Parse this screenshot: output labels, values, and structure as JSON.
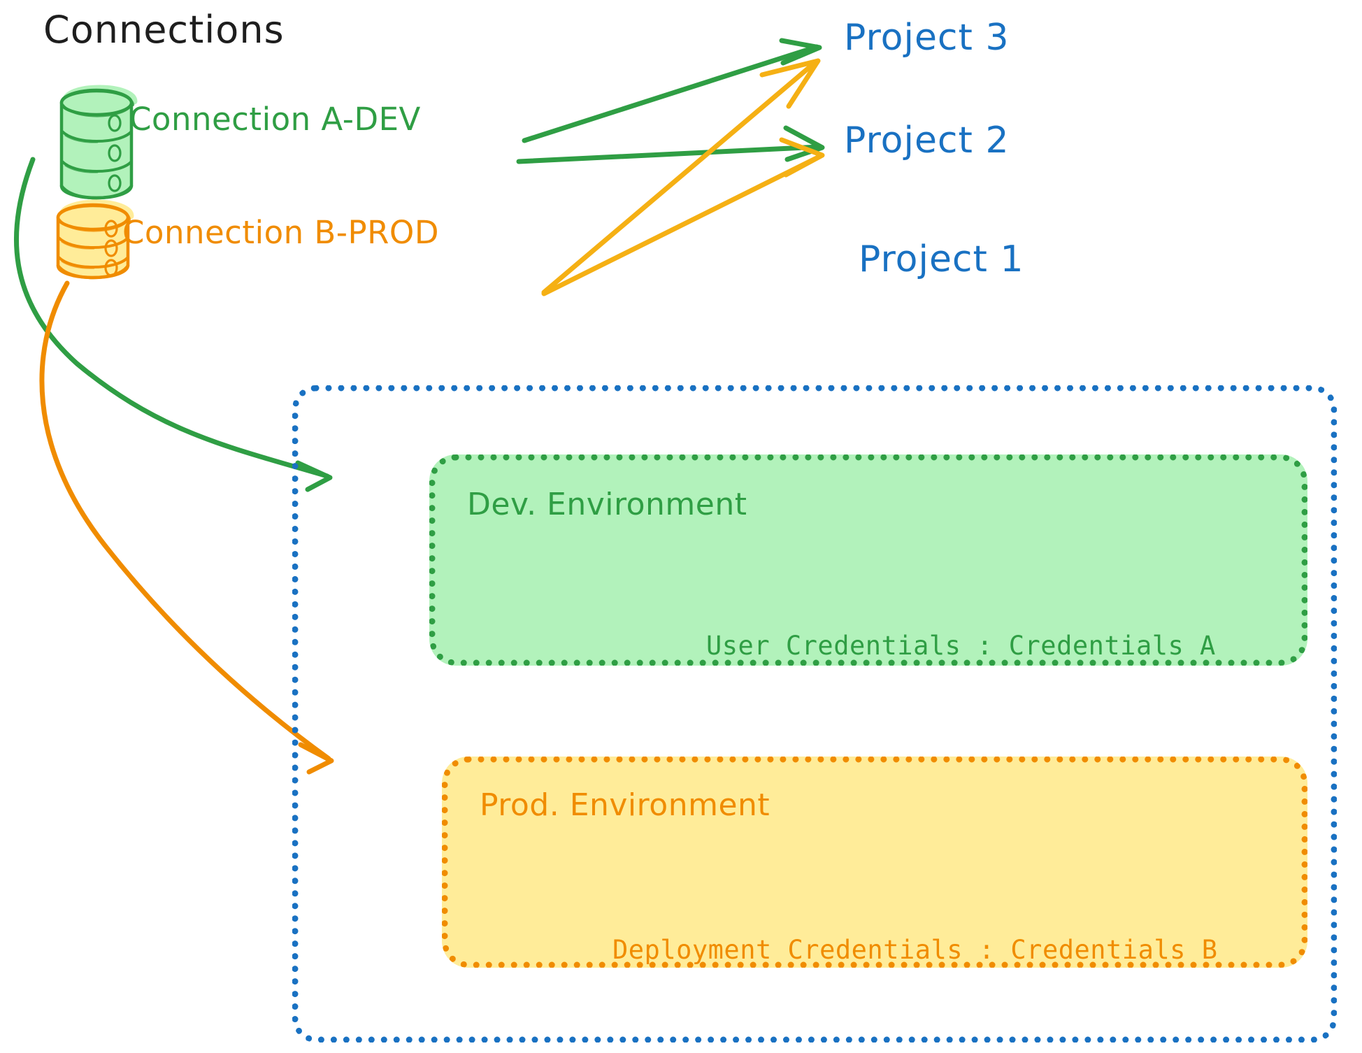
{
  "diagram": {
    "title": "Connections",
    "background_color": "#ffffff",
    "colors": {
      "green_stroke": "#2f9e44",
      "green_fill": "#b2f2bb",
      "orange_stroke": "#f08c00",
      "orange_fill": "#ffec99",
      "blue_stroke": "#1971c2",
      "title_color": "#1e1e1e"
    }
  },
  "connections": [
    {
      "id": "connection-a-dev",
      "label": "Connection A-DEV",
      "icon": "database-cylinder-icon",
      "color": "#2f9e44"
    },
    {
      "id": "connection-b-prod",
      "label": "Connection B-PROD",
      "icon": "database-cylinder-icon",
      "color": "#f08c00"
    }
  ],
  "projects": [
    {
      "id": "project-3",
      "label": "Project 3",
      "color": "#1971c2"
    },
    {
      "id": "project-2",
      "label": "Project 2",
      "color": "#1971c2"
    },
    {
      "id": "project-1",
      "label": "Project 1",
      "color": "#1971c2"
    }
  ],
  "environments": [
    {
      "id": "dev-environment",
      "title": "Dev. Environment",
      "credentials_label": "User Credentials : Credentials A",
      "fill": "#b2f2bb",
      "stroke": "#2f9e44"
    },
    {
      "id": "prod-environment",
      "title": "Prod. Environment",
      "credentials_label": "Deployment Credentials : Credentials B",
      "fill": "#ffec99",
      "stroke": "#f08c00"
    }
  ],
  "edges": [
    {
      "from": "connection-a-dev",
      "to": "project-3",
      "color": "#2f9e44"
    },
    {
      "from": "connection-a-dev",
      "to": "project-2",
      "color": "#2f9e44"
    },
    {
      "from": "connection-a-dev",
      "to": "dev-environment",
      "color": "#2f9e44"
    },
    {
      "from": "connection-b-prod",
      "to": "project-3",
      "color": "#f08c00"
    },
    {
      "from": "connection-b-prod",
      "to": "project-2",
      "color": "#f08c00"
    },
    {
      "from": "connection-b-prod",
      "to": "prod-environment",
      "color": "#f08c00"
    }
  ]
}
